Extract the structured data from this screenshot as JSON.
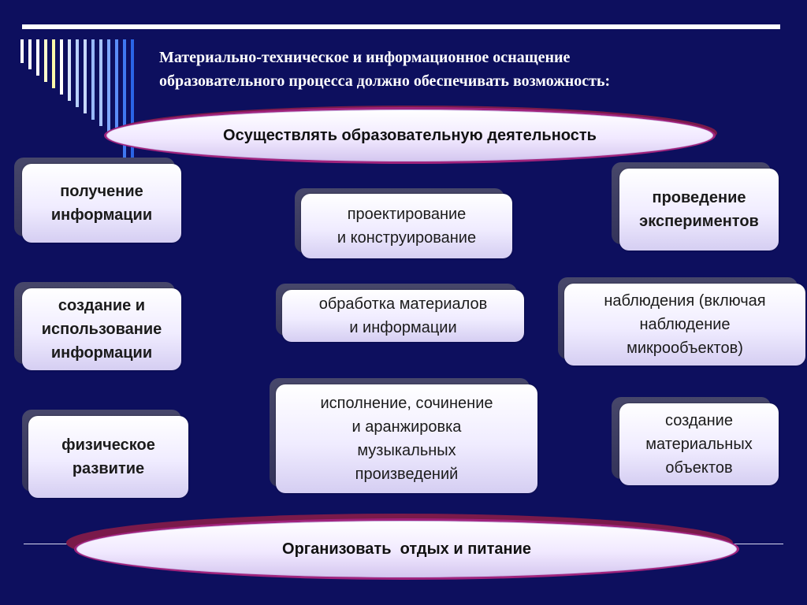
{
  "title": {
    "line1": "Материально-техническое и информационное оснащение",
    "line2": "образовательного процесса должно обеспечивать возможность:"
  },
  "top_banner": "Осуществлять образовательную деятельность",
  "bottom_banner": "Организовать  отдых и питание",
  "cards": {
    "info_receiving": "получение\nинформации",
    "design": "проектирование\nи конструирование",
    "experiments": "проведение\n экспериментов",
    "info_creating": "создание и\nиспользование\nинформации",
    "processing": "обработка материалов\nи информации",
    "observations": "наблюдения (включая\nнаблюдение\nмикрообъектов)",
    "physical": "физическое\n развитие",
    "music": "исполнение, сочинение\nи аранжировка\nмузыкальных\nпроизведений",
    "material_objects": "создание\nматериальных\nобъектов"
  },
  "colors": {
    "background": "#0d0f5e",
    "banner_border": "#a0237c",
    "banner_shadow": "#7a1a4a",
    "card_shadow": "#3a3a60"
  }
}
